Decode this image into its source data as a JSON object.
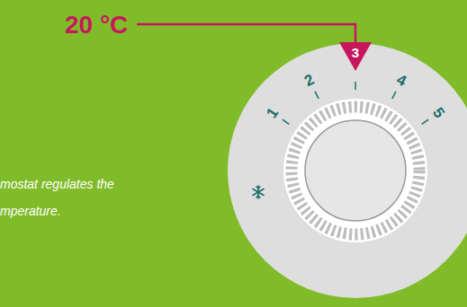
{
  "diagram": {
    "nodes": [
      {
        "text": [
          "3"
        ]
      }
    ],
    "labels": [
      "20 °C",
      "1",
      "2",
      "4",
      "5",
      "mostat regulates the",
      "mperature."
    ]
  }
}
